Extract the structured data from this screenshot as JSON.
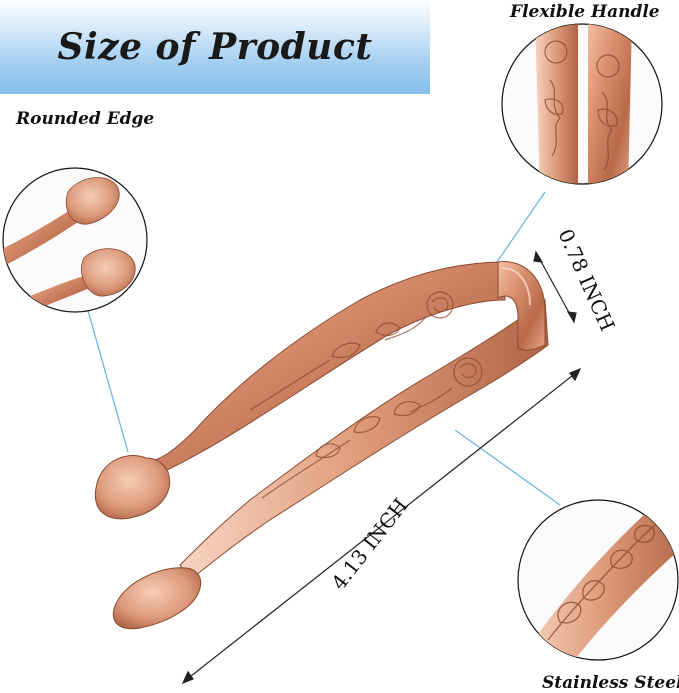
{
  "title": "Size of Product",
  "callouts": {
    "flexible_handle": "Flexible Handle",
    "rounded_edge": "Rounded Edge",
    "stainless_steel": "Stainless Steel"
  },
  "dimensions": {
    "width": "0.78 INCH",
    "length": "4.13 INCH"
  },
  "colors": {
    "banner_blue": "#9fcdf0",
    "copper": "#d98f6e",
    "copper_dark": "#9b5538",
    "leader_line": "#6fb6e0"
  }
}
